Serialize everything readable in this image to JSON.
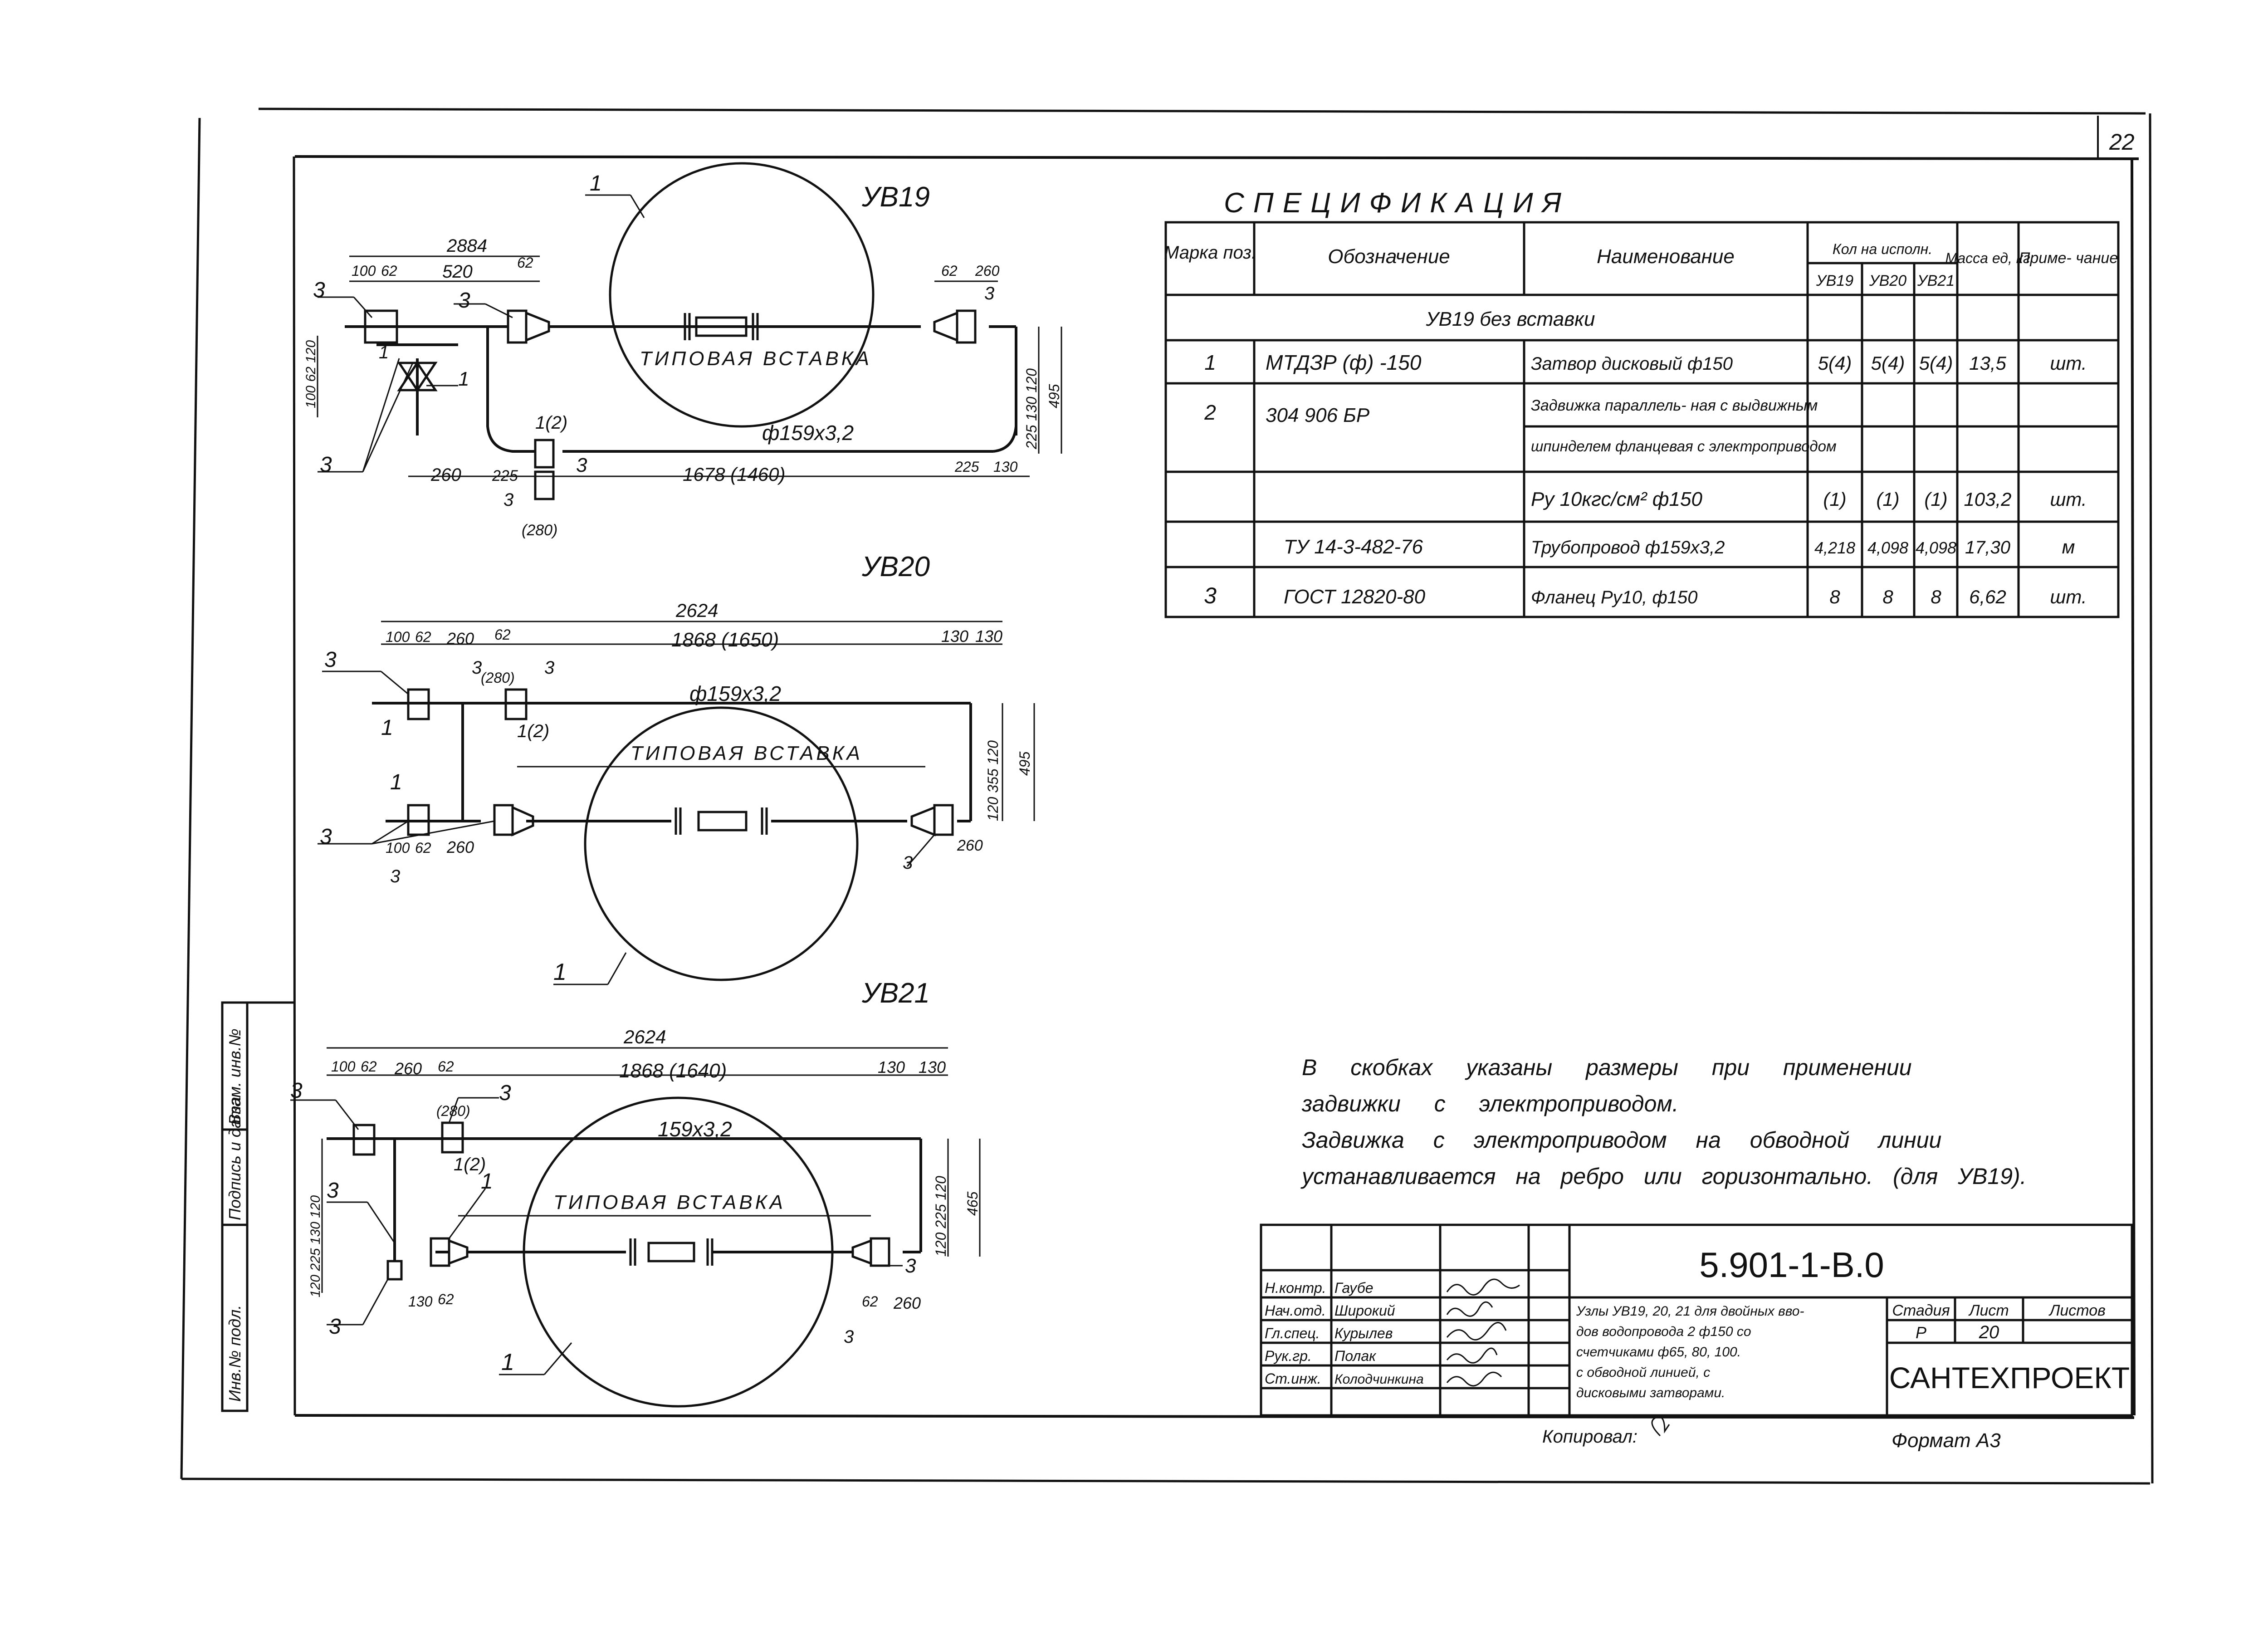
{
  "sheet_number": "22",
  "spec": {
    "title": "СПЕЦИФИКАЦИЯ",
    "headers": {
      "mark": "Марка поз.",
      "designation": "Обозначение",
      "name": "Наименование",
      "qty_group": "Кол на исполн.",
      "qty_uv19": "УВ19",
      "qty_uv20": "УВ20",
      "qty_uv21": "УВ21",
      "mass": "Масса ед, кг",
      "note": "Приме- чание"
    },
    "section": "УВ19 без вставки",
    "rows": [
      {
        "mark": "1",
        "designation": "МТДЗР (ф) -150",
        "name": "Затвор дисковый ф150",
        "q19": "5(4)",
        "q20": "5(4)",
        "q21": "5(4)",
        "mass": "13,5",
        "note": "шт."
      },
      {
        "mark": "2",
        "designation": "304 906 БР",
        "name": "Задвижка параллель- ная с выдвижным",
        "q19": "",
        "q20": "",
        "q21": "",
        "mass": "",
        "note": ""
      },
      {
        "mark": "",
        "designation": "",
        "name": "шпинделем фланцевая с электроприводом",
        "q19": "",
        "q20": "",
        "q21": "",
        "mass": "",
        "note": ""
      },
      {
        "mark": "",
        "designation": "",
        "name": "Ру 10кгс/см² ф150",
        "q19": "(1)",
        "q20": "(1)",
        "q21": "(1)",
        "mass": "103,2",
        "note": "шт."
      },
      {
        "mark": "",
        "designation": "ТУ 14-3-482-76",
        "name": "Трубопровод ф159х3,2",
        "q19": "4,218",
        "q20": "4,098",
        "q21": "4,098",
        "mass": "17,30",
        "note": "м"
      },
      {
        "mark": "3",
        "designation": "ГОСТ 12820-80",
        "name": "Фланец Ру10, ф150",
        "q19": "8",
        "q20": "8",
        "q21": "8",
        "mass": "6,62",
        "note": "шт."
      }
    ]
  },
  "notes": {
    "line1": "В скобках указаны размеры при применении",
    "line2": "задвижки с электроприводом.",
    "line3": "Задвижка с электроприводом на обводной линии",
    "line4": "устанавливается на ребро или горизонтально. (для УВ19)."
  },
  "side_stamp": [
    "Инв.№ подл.",
    "Подпись и дата",
    "Взам. инв.№"
  ],
  "drawings": {
    "uv19": {
      "title": "УВ19",
      "insert_label": "ТИПОВАЯ ВСТАВКА",
      "pipe_label": "ф159х3,2",
      "dims": {
        "total": "2884",
        "d100": "100",
        "d62a": "62",
        "d520": "520",
        "d62b": "62",
        "d62r": "62",
        "d260r": "260",
        "d260": "260",
        "d225a": "225",
        "d1678": "1678 (1460)",
        "d225b": "225",
        "d130": "130",
        "d280": "(280)",
        "v1": "225 130 120",
        "v2": "495",
        "vl": "100 62 120"
      },
      "callouts": {
        "c1": "1",
        "c3a": "3",
        "c3b": "3",
        "c3c": "3",
        "c3d": "3",
        "c1b": "1",
        "c12": "1(2)",
        "c3e": "3",
        "c3f": "3",
        "c1c": "1"
      }
    },
    "uv20": {
      "title": "УВ20",
      "insert_label": "ТИПОВАЯ ВСТАВКА",
      "pipe_label": "ф159х3,2",
      "dims": {
        "total": "2624",
        "inner": "1868 (1650)",
        "d130a": "130",
        "d130b": "130",
        "d100": "100",
        "d62": "62",
        "d260": "260",
        "d62b": "62",
        "d280": "(280)",
        "d100b": "100",
        "d62c": "62",
        "d260b": "260",
        "d260r": "260",
        "v1": "120 355 120",
        "v2": "495"
      },
      "callouts": {
        "c3a": "3",
        "c1a": "1",
        "c3b": "3",
        "c3c": "3",
        "c12": "1(2)",
        "c1b": "1",
        "c3d": "3",
        "c3e": "3",
        "c3f": "3",
        "c1c": "1"
      }
    },
    "uv21": {
      "title": "УВ21",
      "insert_label": "ТИПОВАЯ ВСТАВКА",
      "pipe_label": "159х3,2",
      "dims": {
        "total": "2624",
        "inner": "1868 (1640)",
        "d130a": "130",
        "d130b": "130",
        "d100": "100",
        "d62": "62",
        "d260": "260",
        "d62b": "62",
        "d280": "(280)",
        "d130c": "130",
        "d62c": "62",
        "d62r": "62",
        "d260r": "260",
        "v1": "120 225 120",
        "v2": "465",
        "vl": "120 225 130 120"
      },
      "callouts": {
        "c3a": "3",
        "c3b": "3",
        "c12": "1(2)",
        "c3c": "3",
        "c3d": "3",
        "c1a": "1",
        "c3e": "3",
        "c3f": "3",
        "c1b": "1"
      }
    }
  },
  "title_block": {
    "code": "5.901-1-В.0",
    "roles": [
      "Н.контр.",
      "Нач.отд.",
      "Гл.спец.",
      "Рук.гр.",
      "Ст.инж."
    ],
    "people": [
      "Гаубе",
      "Широкий",
      "Курылев",
      "Полак",
      "Колодчинкина"
    ],
    "description": "Узлы УВ19, 20, 21 для двойных вводов водопровода 2 ф150 со счетчиками ф65, 80, 100. с обводной линией, с дисковыми затворами.",
    "stage_label": "Стадия",
    "sheet_label": "Лист",
    "sheets_label": "Листов",
    "stage": "Р",
    "sheet": "20",
    "org": "САНТЕХПРОЕКТ"
  },
  "copied": "Копировал:",
  "format": "Формат А3"
}
